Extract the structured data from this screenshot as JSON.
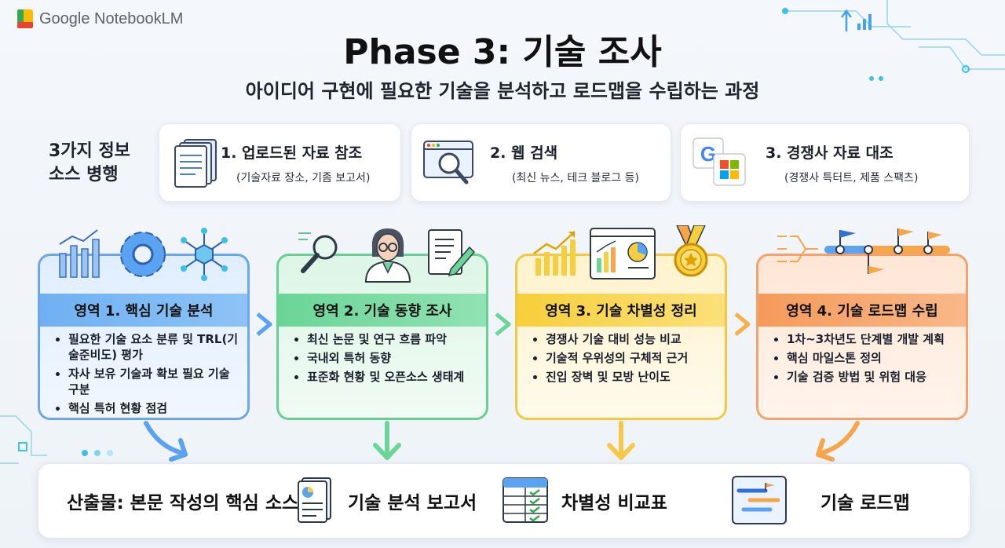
{
  "brand": {
    "logo_text": "Google NotebookLM"
  },
  "header": {
    "title": "Phase 3: 기술 조사",
    "subtitle": "아이디어 구현에 필요한 기술을 분석하고 로드맵을 수립하는 과정"
  },
  "sources": {
    "label_line1": "3가지 정보",
    "label_line2": "소스 병행",
    "items": [
      {
        "title": "1. 업로드된 자료 참조",
        "sub": "(기술자료 장소, 기좀 보고서)",
        "icon": "document-stack-icon"
      },
      {
        "title": "2. 웹 검색",
        "sub": "(최신 뉴스, 테크 블로그 등)",
        "icon": "web-search-icon"
      },
      {
        "title": "3. 경쟁사 자료 대조",
        "sub": "(경쟁사 특터트, 제품 스팩츠)",
        "icon": "google-microsoft-icon"
      }
    ]
  },
  "areas": [
    {
      "title": "영역 1. 핵심 기술 분석",
      "bullets": [
        "필요한 기술 요소 분류 및 TRL(기술준비도) 평가",
        "자사 보유 기술과 확보 필요 기술 구분",
        "핵심 특허 현황 점검"
      ],
      "color": "#6ea6ea"
    },
    {
      "title": "영역 2. 기술 동향 조사",
      "bullets": [
        "최신 논문 및 연구 흐름 파악",
        "국내외 특허 동향",
        "표준화 현황 및 오픈소스 생태계"
      ],
      "color": "#69cf92"
    },
    {
      "title": "영역 3. 기술 차별성 정리",
      "bullets": [
        "경쟁사 기술 대비 성능 비교",
        "기술적 우위성의 구체적 근거",
        "진입 장벽 및 모방 난이도"
      ],
      "color": "#f2c947"
    },
    {
      "title": "영역 4. 기술 로드맵 수립",
      "bullets": [
        "1차~3차년도 단계별 개발 계획",
        "핵심 마일스톤 정의",
        "기술 검증 방법 및 위험 대응"
      ],
      "color": "#f4a46a"
    }
  ],
  "outputs": {
    "label": "산출물: 본문 작성의 핵심 소스",
    "items": [
      {
        "label": "기술 분석 보고서",
        "icon": "report-icon"
      },
      {
        "label": "차별성 비교표",
        "icon": "comparison-table-icon"
      },
      {
        "label": "기술 로드맵",
        "icon": "roadmap-icon"
      }
    ]
  }
}
